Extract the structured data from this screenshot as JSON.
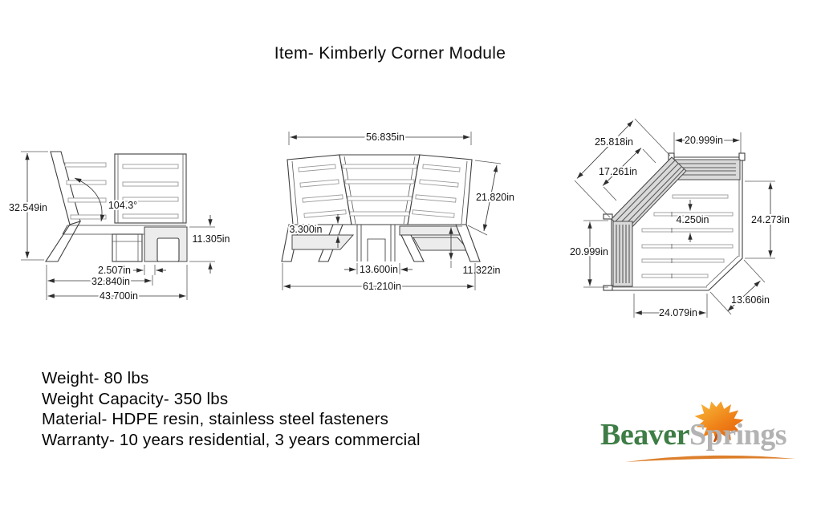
{
  "title": "Item- Kimberly Corner Module",
  "views": {
    "side": {
      "dims": {
        "total_height": "32.549in",
        "back_angle": "104.3°",
        "seat_section_height": "11.305in",
        "leg_gap": "2.507in",
        "seat_depth": "32.840in",
        "total_depth": "43.700in"
      }
    },
    "front": {
      "dims": {
        "back_top_width": "56.835in",
        "back_panel_length": "21.820in",
        "seat_thickness": "3.300in",
        "center_leg_width": "13.600in",
        "seat_height": "11.322in",
        "total_width": "61.210in"
      }
    },
    "top": {
      "dims": {
        "corner_back_outer": "25.818in",
        "corner_back_inner": "17.261in",
        "top_edge_width": "20.999in",
        "slat_spacing": "4.250in",
        "right_depth": "24.273in",
        "left_edge_depth": "20.999in",
        "bottom_width": "24.079in",
        "front_bevel": "13.606in"
      }
    }
  },
  "specs": {
    "weight": "Weight- 80 lbs",
    "weight_capacity": "Weight Capacity- 350 lbs",
    "material": "Material- HDPE resin, stainless steel fasteners",
    "warranty": "Warranty- 10 years residential, 3 years commercial"
  },
  "logo": {
    "brand_part1": "Beaver",
    "brand_part2": "Springs",
    "icon": "maple-leaf-icon",
    "colors": {
      "green": "#3e7d45",
      "gray": "#b3b3b3",
      "leaf_orange_light": "#f9c13e",
      "leaf_orange_dark": "#e2570a",
      "swoosh_orange": "#dd7f2b"
    }
  },
  "drawing": {
    "line_color": "#3f3f3f",
    "shade_color": "#ececec",
    "band_color": "#d9d9d9"
  }
}
